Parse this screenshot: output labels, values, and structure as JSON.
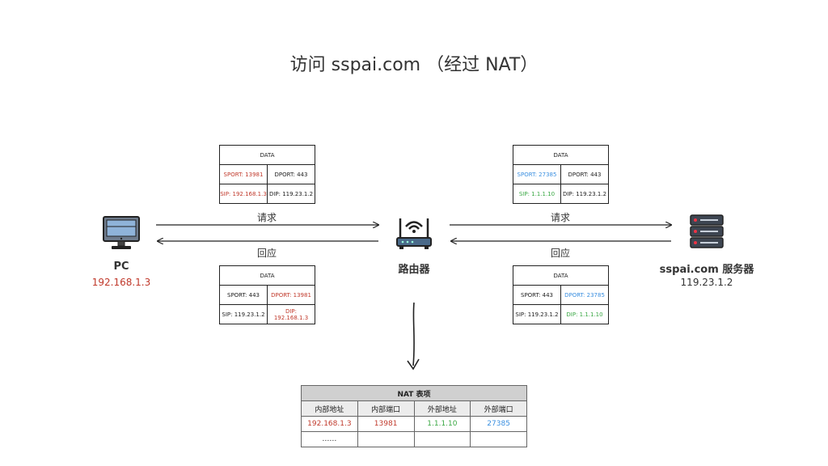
{
  "title": "访问 sspai.com （经过 NAT）",
  "pc": {
    "label": "PC",
    "ip": "192.168.1.3"
  },
  "router": {
    "label": "路由器"
  },
  "server": {
    "label": "sspai.com 服务器",
    "ip": "119.23.1.2"
  },
  "arrows": {
    "request": "请求",
    "response": "回应"
  },
  "packets": {
    "left_request": {
      "header": "DATA",
      "sport": "SPORT: 13981",
      "dport": "DPORT: 443",
      "sip": "SIP: 192.168.1.3",
      "dip": "DIP: 119.23.1.2"
    },
    "right_request": {
      "header": "DATA",
      "sport": "SPORT: 27385",
      "dport": "DPORT: 443",
      "sip": "SIP: 1.1.1.10",
      "dip": "DIP: 119.23.1.2"
    },
    "left_response": {
      "header": "DATA",
      "sport": "SPORT: 443",
      "dport": "DPORT: 13981",
      "sip": "SIP: 119.23.1.2",
      "dip": "DIP: 192.168.1.3"
    },
    "right_response": {
      "header": "DATA",
      "sport": "SPORT: 443",
      "dport": "DPORT: 23785",
      "sip": "SIP: 119.23.1.2",
      "dip": "DIP: 1.1.1.10"
    }
  },
  "nat_table": {
    "title": "NAT 表项",
    "headers": [
      "内部地址",
      "内部端口",
      "外部地址",
      "外部端口"
    ],
    "row": [
      "192.168.1.3",
      "13981",
      "1.1.1.10",
      "27385"
    ],
    "ellipsis": "……"
  },
  "colors": {
    "internal": "#c0392b",
    "external_port": "#3a8fe0",
    "external_ip": "#3aa844"
  },
  "icons": {
    "pc": "monitor-icon",
    "router": "wifi-router-icon",
    "server": "server-rack-icon"
  }
}
